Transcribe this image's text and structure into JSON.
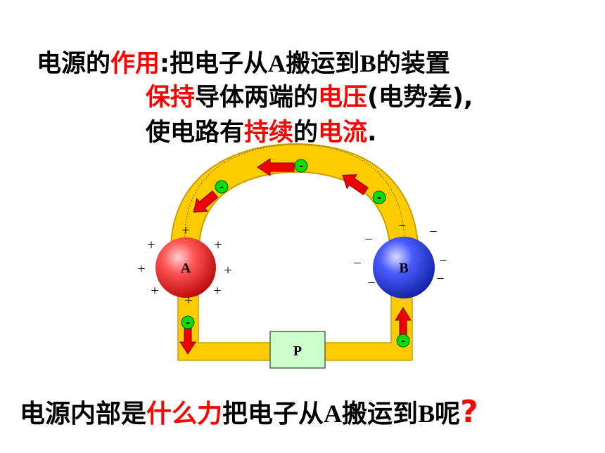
{
  "text": {
    "l1_a": "电源的",
    "l1_b": "作用",
    "l1_c": ":把电子从",
    "l1_d": "A",
    "l1_e": "搬运到",
    "l1_f": "B",
    "l1_g": "的装置",
    "l2_a": "保持",
    "l2_b": "导体两端的",
    "l2_c": "电压",
    "l2_d": "(电势差),",
    "l3_a": "使电路有",
    "l3_b": "持续",
    "l3_c": "的",
    "l3_d": "电流",
    "l3_e": ".",
    "q_a": "电源内部是",
    "q_b": "什么力",
    "q_c": "把电子从",
    "q_d": "A",
    "q_e": "搬运到",
    "q_f": "B",
    "q_g": "呢",
    "q_mark": "?"
  },
  "diagram": {
    "label_a": "A",
    "label_b": "B",
    "label_p": "P",
    "plus_sign": "+",
    "minus_sign": "−",
    "electron_sign": "-"
  },
  "colors": {
    "highlight": "#ff0000",
    "conductor": "#ffcc00",
    "sphere_a": "#ff3333",
    "sphere_b": "#3344ff",
    "box_p": "#ccffcc",
    "electron": "#00dd00"
  }
}
